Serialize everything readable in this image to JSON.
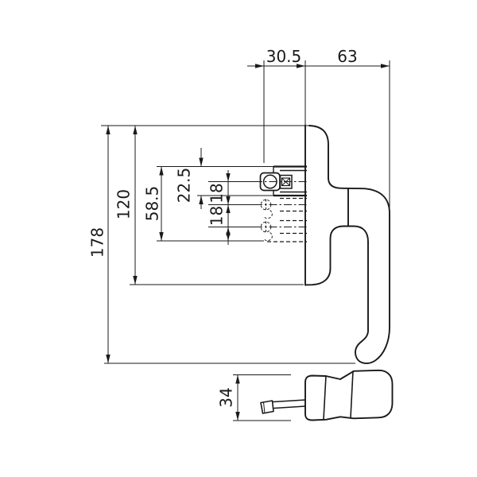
{
  "dims": {
    "top_offset": "30.5",
    "handle_depth": "63",
    "overall_height": "178",
    "plate_height": "120",
    "fixing_span": "58.5",
    "top_lug_offset": "22.5",
    "pitch_upper": "18",
    "pitch_lower": "18",
    "grip_thickness": "34"
  },
  "colors": {
    "line": "#1a1a1a",
    "background": "#ffffff"
  }
}
